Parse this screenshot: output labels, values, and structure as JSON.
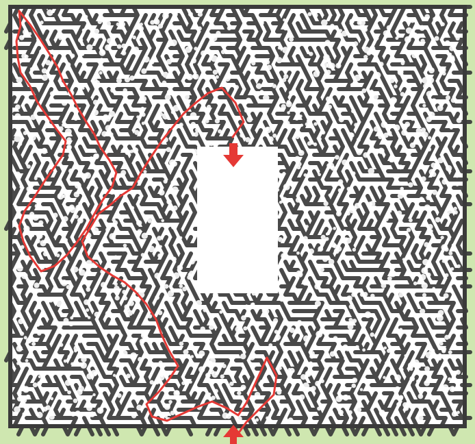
{
  "maze": {
    "type": "hexagonal maze",
    "background_color": "#cfe7b0",
    "maze_fill_color": "#ffffff",
    "wall_color": "#3a3a3a",
    "solution_color": "#e53935",
    "center_hole_color": "#ffffff",
    "entry_arrow": {
      "direction": "down",
      "color": "#e53935"
    },
    "exit_arrow": {
      "direction": "up",
      "color": "#e53935"
    },
    "center_hole_present": true,
    "solution_path_present": true
  }
}
